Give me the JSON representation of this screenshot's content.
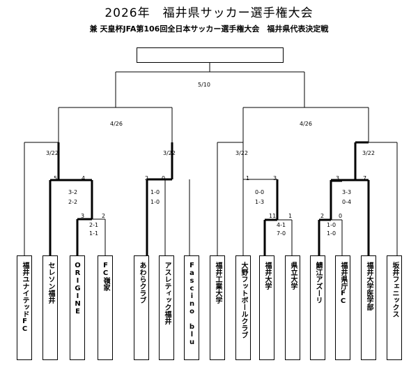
{
  "title": "2026年　福井県サッカー選手権大会",
  "subtitle": "兼 天皇杯JFA第106回全日本サッカー選手権大会　福井県代表決定戦",
  "teams": [
    "福井ユナイテッドFC",
    "セレソン福井",
    "ORIGINE",
    "FC嶺家",
    "あわらクラブ",
    "アスレティック福井",
    "Fascino blu",
    "福井工業大学",
    "大野フットボールクラブ",
    "福井大学",
    "県立大学",
    "鯖江アズーリ",
    "福井県庁FC",
    "福井大学医学部",
    "坂井フェニックス"
  ],
  "dates": {
    "final": "5/10",
    "semi_left": "4/26",
    "semi_right": "4/26",
    "qf1": "3/22",
    "qf2": "3/22",
    "qf3": "3/22",
    "qf4": "3/22"
  },
  "scores": {
    "r1a_left": "3",
    "r1a_right": "2",
    "r1a_s1": "2-1",
    "r1a_s2": "1-1",
    "r2a_left": "5",
    "r2a_right": "4",
    "r2a_s1": "3-2",
    "r2a_s2": "2-2",
    "r2b_left": "2",
    "r2b_right": "0",
    "r2b_s1": "1-0",
    "r2b_s2": "1-0",
    "r2c_left": "1",
    "r2c_right": "3",
    "r2c_s1": "0-0",
    "r2c_s2": "1-3",
    "r1b_left": "11",
    "r1b_right": "1",
    "r1b_s1": "4-1",
    "r1b_s2": "7-0",
    "r1c_left": "2",
    "r1c_right": "0",
    "r1c_s1": "1-0",
    "r1c_s2": "1-0",
    "r2d_left": "3",
    "r2d_right": "7",
    "r2d_s1": "3-3",
    "r2d_s2": "0-4"
  }
}
